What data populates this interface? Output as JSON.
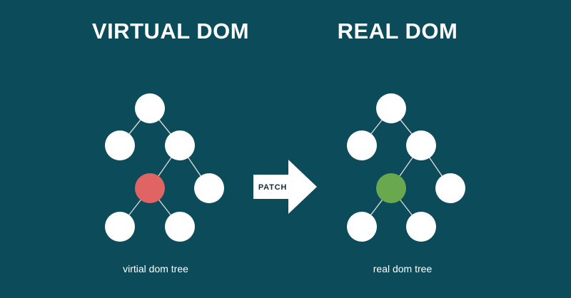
{
  "left_panel": {
    "title": "VIRTUAL DOM",
    "caption": "virtial dom tree",
    "highlight_node_color": "#e06464"
  },
  "right_panel": {
    "title": "REAL DOM",
    "caption": "real dom tree",
    "highlight_node_color": "#6aa84f"
  },
  "arrow": {
    "label": "PATCH"
  },
  "colors": {
    "background": "#0b4b5a",
    "node": "#ffffff",
    "edge": "#d8d8d8",
    "arrow_text": "#0b2e3a"
  }
}
